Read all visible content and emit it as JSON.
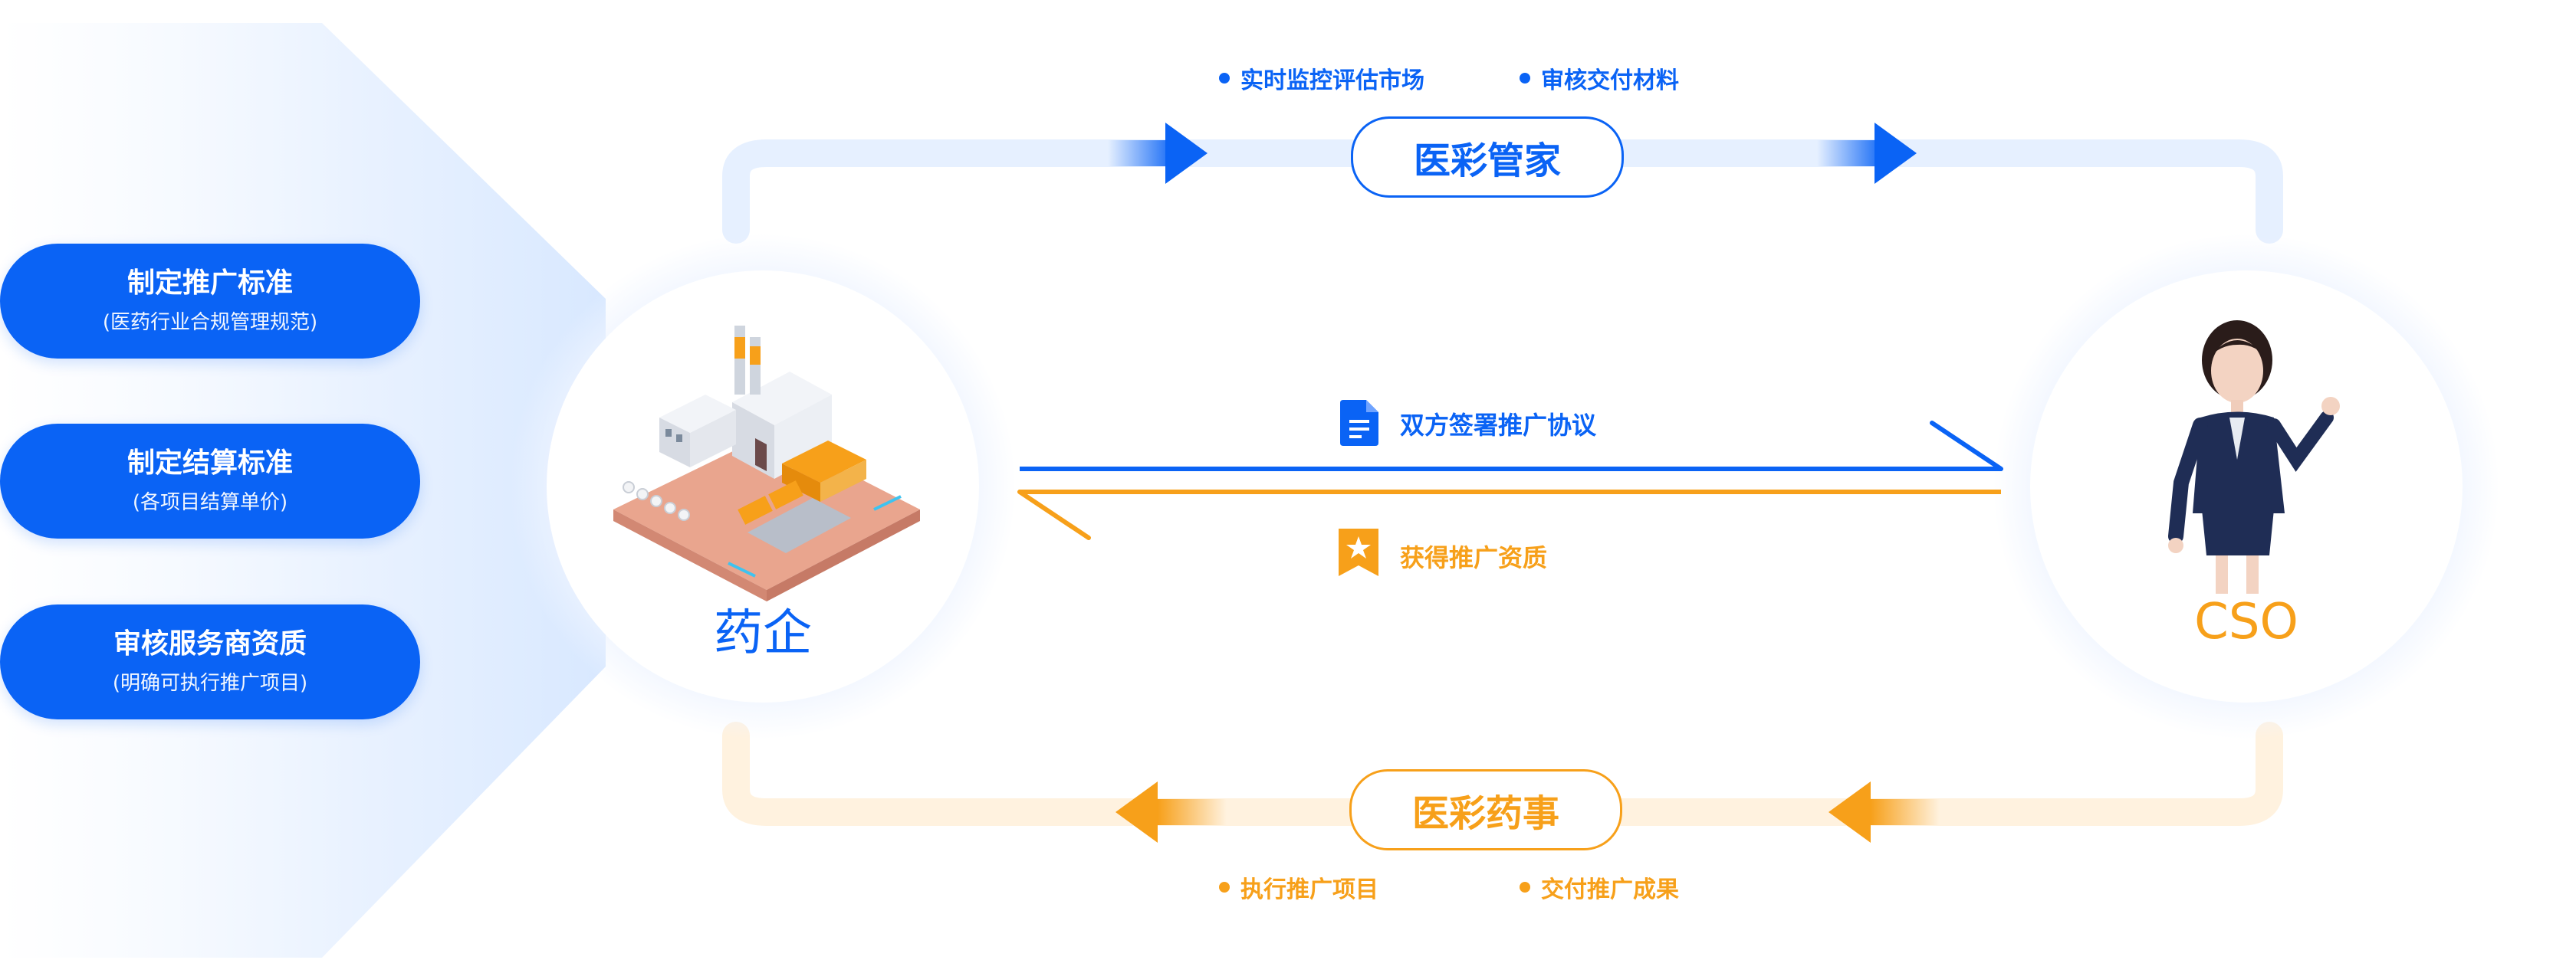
{
  "left_pills": [
    {
      "title": "制定推广标准",
      "sub": "(医药行业合规管理规范)"
    },
    {
      "title": "制定结算标准",
      "sub": "(各项目结算单价)"
    },
    {
      "title": "审核服务商资质",
      "sub": "(明确可执行推广项目)"
    }
  ],
  "nodes": {
    "left": {
      "label": "药企",
      "icon": "factory-illustration"
    },
    "right": {
      "label": "CSO",
      "icon": "businesswoman-avatar"
    }
  },
  "top_flow": {
    "label": "医彩管家",
    "bullets": [
      "实时监控评估市场",
      "审核交付材料"
    ]
  },
  "bottom_flow": {
    "label": "医彩药事",
    "bullets": [
      "执行推广项目",
      "交付推广成果"
    ]
  },
  "middle": {
    "upper_text": "双方签署推广协议",
    "upper_icon": "document-icon",
    "lower_text": "获得推广资质",
    "lower_icon": "star-badge-icon"
  },
  "colors": {
    "blue": "#0a63f5",
    "orange": "#f7a01a",
    "light_blue": "#e8f1ff",
    "light_orange": "#fff4e4"
  }
}
